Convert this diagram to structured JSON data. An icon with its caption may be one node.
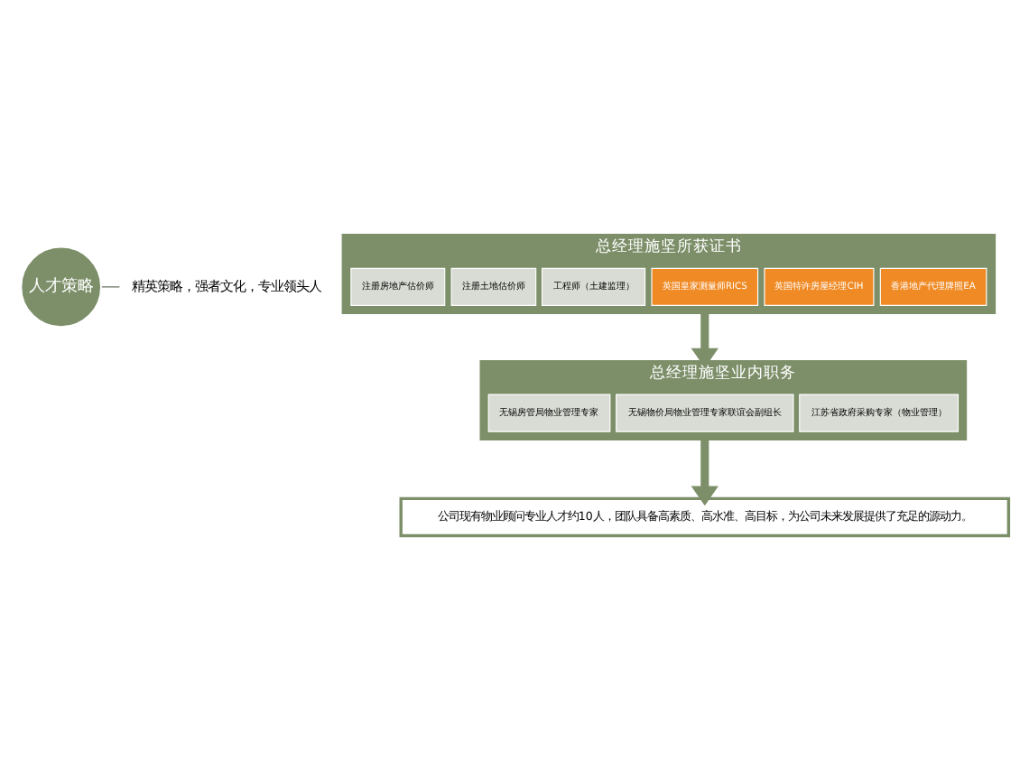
{
  "diagram": {
    "nodes": [
      {
        "text": [
          "人才策略"
        ]
      },
      {
        "text": [
          "精英策略，强者文化，专业领头人"
        ]
      },
      {
        "text": [
          "总经理施坚所获证书"
        ]
      },
      {
        "text": [
          "注册房地产估价师"
        ],
        "in": 2
      },
      {
        "text": [
          "注册土地估价师"
        ],
        "in": 2
      },
      {
        "text": [
          "工程师（土建监理）"
        ],
        "in": 2
      },
      {
        "text": [
          "英国皇家测量师RICS"
        ],
        "in": 2
      },
      {
        "text": [
          "英国特许房屋经理CIH"
        ],
        "in": 2
      },
      {
        "text": [
          "香港地产代理牌照EA"
        ],
        "in": 2
      },
      {
        "text": [
          "总经理施坚业内职务"
        ]
      },
      {
        "text": [
          "无锡房管局物业管理专家"
        ],
        "in": 9
      },
      {
        "text": [
          "无锡物价局物业管理专家联谊会副组长"
        ],
        "in": 9
      },
      {
        "text": [
          "江苏省政府采购专家（物业管理）"
        ],
        "in": 9
      },
      {
        "text": [
          "公司现有物业顾问专业人才约10人，团队具备高素质、高水准、高目标，为公司未来发展提供了充足的源动力。"
        ]
      }
    ],
    "edges": [
      {
        "from": 0,
        "to": 1,
        "arrow": "none",
        "color": "#5b6650"
      },
      {
        "from": 2,
        "to": 9,
        "arrow": "to"
      },
      {
        "from": 9,
        "to": 13,
        "arrow": "to"
      }
    ]
  }
}
